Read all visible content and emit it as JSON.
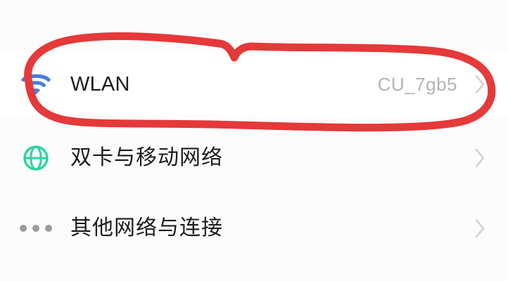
{
  "screen": {
    "background_color": "#fdfcfc",
    "highlight_row_color": "#ffffff"
  },
  "settings_list": {
    "rows": [
      {
        "id": "wlan",
        "icon": "wifi-icon",
        "icon_color": "#4a7be0",
        "label": "WLAN",
        "value": "CU_7gb5",
        "value_color": "#b4b4b4",
        "has_chevron": true,
        "highlighted": true
      },
      {
        "id": "dual-sim-mobile-network",
        "icon": "globe-icon",
        "icon_color": "#2bd3a0",
        "label": "双卡与移动网络",
        "value": "",
        "has_chevron": true,
        "highlighted": false
      },
      {
        "id": "other-networks-and-connections",
        "icon": "more-dots-icon",
        "icon_color": "#9b9b9b",
        "label": "其他网络与连接",
        "value": "",
        "has_chevron": true,
        "highlighted": false
      }
    ],
    "chevron_color": "#d2d2d2"
  },
  "annotation": {
    "type": "hand-drawn-ellipse",
    "color": "#e5393a",
    "stroke_width": 11,
    "target": "WLAN",
    "description": "红色手绘圈出 WLAN 行"
  }
}
